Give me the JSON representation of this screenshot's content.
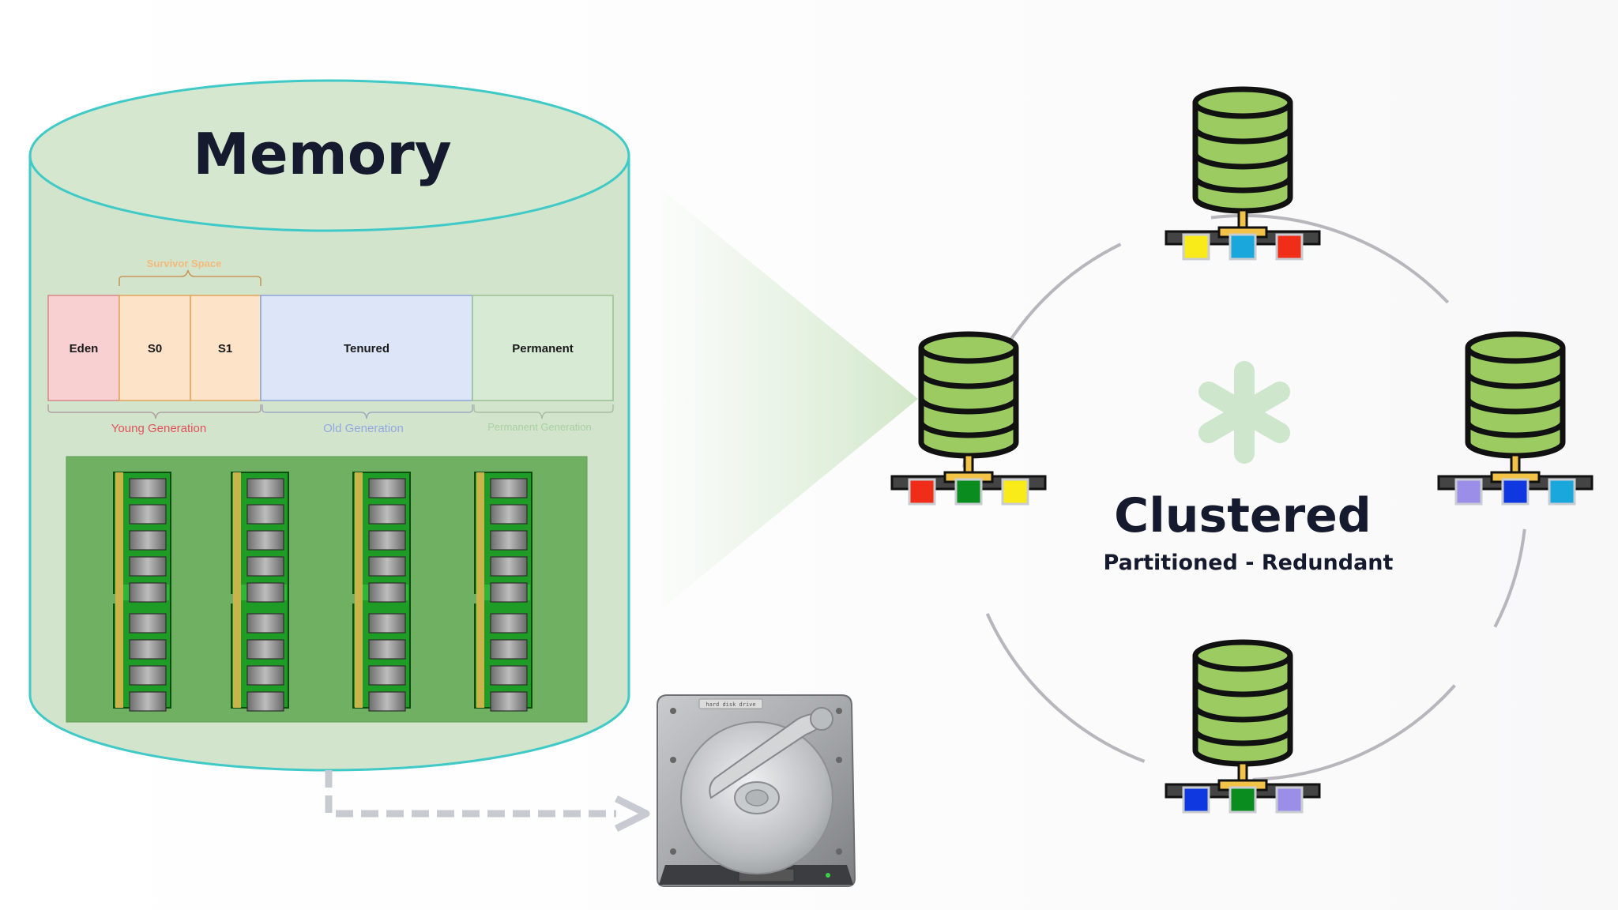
{
  "memory": {
    "title": "Memory",
    "survivor_label": "Survivor Space",
    "segments": [
      {
        "label": "Eden",
        "color": "#f8d0d2"
      },
      {
        "label": "S0",
        "color": "#fde3c8"
      },
      {
        "label": "S1",
        "color": "#fde3c8"
      },
      {
        "label": "Tenured",
        "color": "#dde6f8"
      },
      {
        "label": "Permanent",
        "color": "#d7ead4"
      }
    ],
    "generations": [
      {
        "label": "Young Generation",
        "color": "#e0525a"
      },
      {
        "label": "Old Generation",
        "color": "#93a8e0"
      },
      {
        "label": "Permanent Generation",
        "color": "#a9cfa2"
      }
    ],
    "ram_module_count": 4
  },
  "cluster": {
    "title": "Clustered",
    "subtitle": "Partitioned - Redundant",
    "nodes": [
      {
        "name": "top",
        "partitions": [
          "#f9ea1a",
          "#1aa8dc",
          "#f02d18"
        ]
      },
      {
        "name": "left",
        "partitions": [
          "#f02d18",
          "#0b8c1f",
          "#f9ea1a"
        ]
      },
      {
        "name": "right",
        "partitions": [
          "#9b8ee8",
          "#1038e0",
          "#1aa8dc"
        ]
      },
      {
        "name": "bottom",
        "partitions": [
          "#1038e0",
          "#0b8c1f",
          "#9b8ee8"
        ]
      }
    ],
    "ring_color": "#b6b6bc",
    "asterisk_color": "#cde6cc"
  },
  "disk": {
    "label": "hard disk drive"
  },
  "colors": {
    "cylinder_fill": "#cfe3c8",
    "cylinder_stroke": "#3fc9c7",
    "board_fill": "#6fb062",
    "db_green": "#9ccc61",
    "connector": "#f2c347"
  }
}
